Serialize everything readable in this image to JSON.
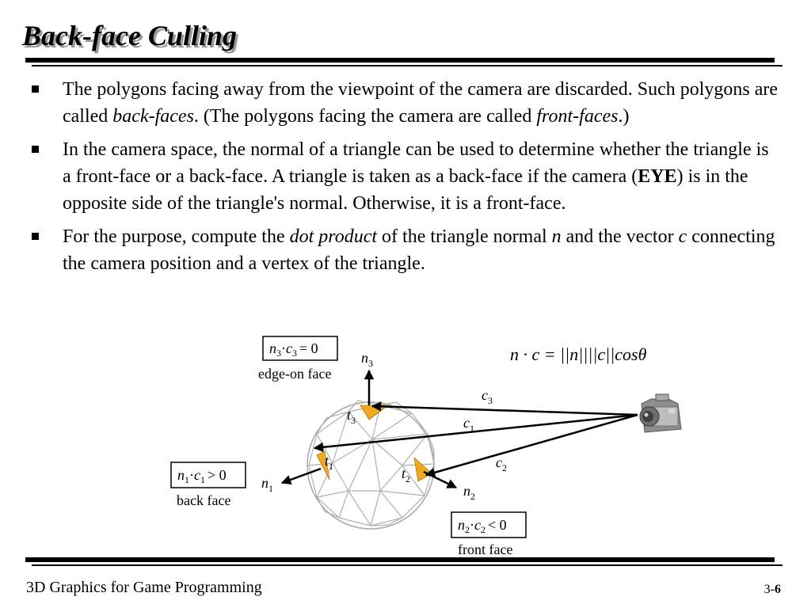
{
  "slide": {
    "title": "Back-face Culling",
    "bullets": [
      {
        "t1": "The polygons facing away from the viewpoint of the camera are discarded. Such polygons are called ",
        "i1": "back-faces",
        "t2": ". (The polygons facing the camera are called ",
        "i2": "front-faces",
        "t3": ".)"
      },
      {
        "t1": "In the camera space, the normal of a triangle can be used to determine whether the triangle is a front-face or a back-face. A triangle is taken as a back-face if the camera (",
        "b1": "EYE",
        "t2": ") is in the opposite side of the triangle's normal. Otherwise, it is a front-face."
      },
      {
        "t1": "For the purpose, compute the ",
        "i1": "dot product",
        "t2": " of the triangle normal ",
        "i2": "n",
        "t3": " and the vector ",
        "i3": "c",
        "t4": " connecting the camera position and a vertex of the triangle."
      }
    ]
  },
  "diagram": {
    "formula": "n · c = ||n||||c||cosθ",
    "triangles": [
      {
        "label": "t",
        "sub": "3"
      },
      {
        "label": "t",
        "sub": "1"
      },
      {
        "label": "t",
        "sub": "2"
      }
    ],
    "normals": [
      {
        "label": "n",
        "sub": "3"
      },
      {
        "label": "n",
        "sub": "1"
      },
      {
        "label": "n",
        "sub": "2"
      }
    ],
    "vectors": [
      {
        "label": "c",
        "sub": "3"
      },
      {
        "label": "c",
        "sub": "1"
      },
      {
        "label": "c",
        "sub": "2"
      }
    ],
    "boxes": [
      {
        "n": "n",
        "ns": "3",
        "c": "c",
        "cs": "3",
        "op": "= 0",
        "caption": "edge-on face"
      },
      {
        "n": "n",
        "ns": "1",
        "c": "c",
        "cs": "1",
        "op": "> 0",
        "caption": "back face"
      },
      {
        "n": "n",
        "ns": "2",
        "c": "c",
        "cs": "2",
        "op": "< 0",
        "caption": "front face"
      }
    ],
    "colors": {
      "face_fill": "#f0a820",
      "sphere_line": "#b0b0b0",
      "camera": "#8a8a8a"
    },
    "icons": [
      "camera-icon"
    ]
  },
  "footer": {
    "course": "3D Graphics for Game Programming",
    "page_prefix": "3-",
    "page_number": "6"
  }
}
